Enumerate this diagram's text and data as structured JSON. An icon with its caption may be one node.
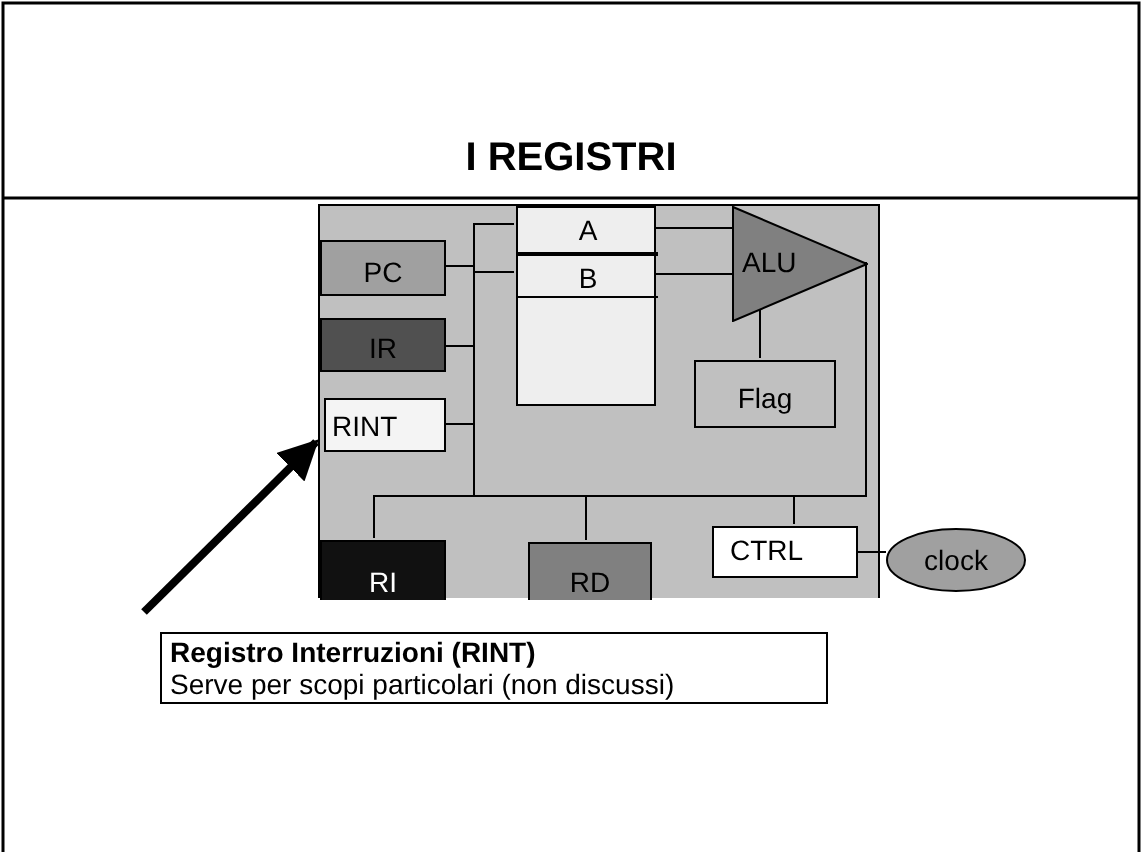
{
  "diagram": {
    "title": "I REGISTRI",
    "nodes": [
      {
        "text": [],
        "shape": "box"
      },
      {
        "text": [],
        "shape": "box",
        "in": 0
      },
      {
        "text": [
          "A"
        ],
        "in": 1
      },
      {
        "text": [
          "B"
        ],
        "in": 1
      },
      {
        "text": [
          "PC"
        ],
        "in": 0
      },
      {
        "text": [
          "IR"
        ],
        "in": 0
      },
      {
        "text": [
          "RINT"
        ],
        "in": 0
      },
      {
        "text": [
          "ALU"
        ],
        "in": 0
      },
      {
        "text": [
          "Flag"
        ],
        "in": 0
      },
      {
        "text": [
          "RI"
        ],
        "in": 0
      },
      {
        "text": [
          "RD"
        ],
        "in": 0
      },
      {
        "text": [
          "CTRL"
        ],
        "in": 0
      },
      {
        "text": [
          "clock"
        ]
      },
      {
        "text": [
          "Registro Interruzioni (RINT)",
          "Serve per scopi particolari (non discussi)"
        ]
      }
    ],
    "edges": [
      {
        "from": 2,
        "to": 7,
        "arrow": "none"
      },
      {
        "from": 3,
        "to": 7,
        "arrow": "none"
      },
      {
        "from": 7,
        "to": 8,
        "arrow": "none"
      },
      {
        "from": 11,
        "to": 12,
        "arrow": "none"
      },
      {
        "from": 13,
        "to": 6,
        "arrow": "to",
        "style": "thick"
      },
      {
        "from": 4,
        "to": 2,
        "arrow": "none"
      },
      {
        "from": 4,
        "to": 3,
        "arrow": "none"
      },
      {
        "from": 5,
        "to": 2,
        "arrow": "none"
      },
      {
        "from": 6,
        "to": 2,
        "arrow": "none"
      },
      {
        "from": 9,
        "to": 2,
        "arrow": "none"
      },
      {
        "from": 10,
        "to": 2,
        "arrow": "none"
      },
      {
        "from": 11,
        "to": 2,
        "arrow": "none"
      },
      {
        "from": 7,
        "to": 2,
        "arrow": "none"
      }
    ]
  }
}
